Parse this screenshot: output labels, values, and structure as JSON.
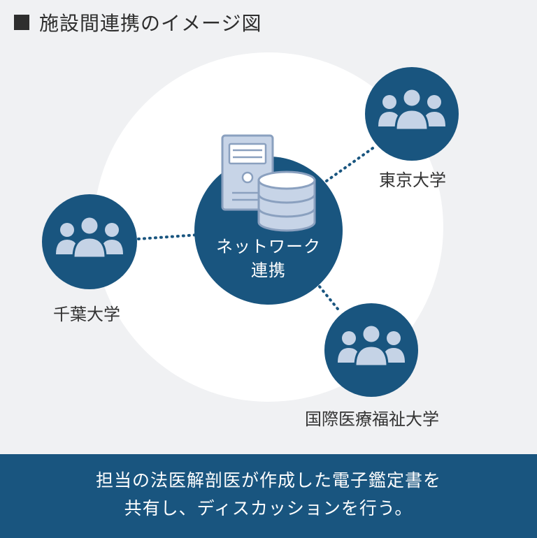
{
  "title": "施設間連携のイメージ図",
  "colors": {
    "navy": "#19557f",
    "icon_fill": "#c5d3e6",
    "server_fill": "#c7d4e7",
    "server_stroke": "#8aa0bf",
    "background": "#f0f1f3"
  },
  "hub": {
    "line1": "ネットワーク",
    "line2": "連携"
  },
  "nodes": {
    "tokyo": "東京大学",
    "chiba": "千葉大学",
    "iuhw": "国際医療福祉大学"
  },
  "banner": {
    "line1": "担当の法医解剖医が作成した電子鑑定書を",
    "line2": "共有し、ディスカッションを行う。"
  }
}
